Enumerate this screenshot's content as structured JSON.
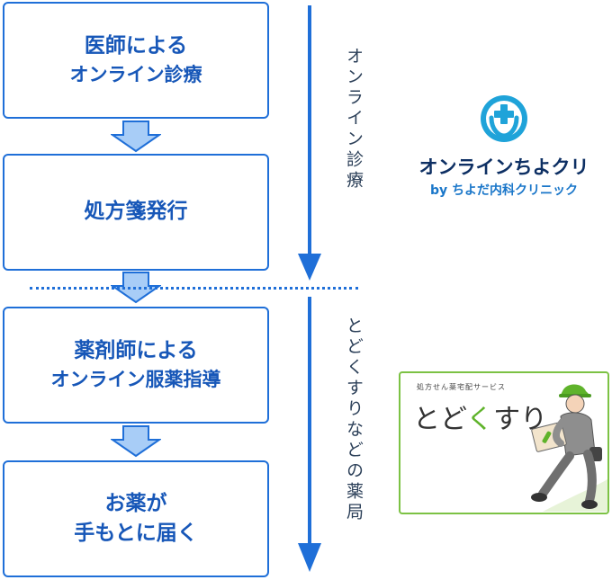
{
  "steps": [
    {
      "lines": [
        "医師による",
        "オンライン診療"
      ]
    },
    {
      "lines": [
        "処方箋発行"
      ]
    },
    {
      "lines": [
        "薬剤師による",
        "オンライン服薬指導"
      ]
    },
    {
      "lines": [
        "お薬が",
        "手もとに届く"
      ]
    }
  ],
  "phases": [
    {
      "label": "オンライン診療"
    },
    {
      "label": "とどくすりなどの薬局"
    }
  ],
  "clinic_logo": {
    "title": "オンラインちよクリ",
    "subtitle": "by ちよだ内科クリニック",
    "icon": "medical-cross-icon"
  },
  "pharmacy_logo": {
    "caption": "処方せん薬宅配サービス",
    "brand_part1": "とど",
    "brand_accent": "く",
    "brand_part2": "すり",
    "icon": "delivery-person-icon"
  },
  "colors": {
    "accent": "#1f6fd8",
    "step_text": "#1757b8",
    "arrow_fill": "#a8cdf7",
    "pharmacy_green": "#7cc244"
  }
}
